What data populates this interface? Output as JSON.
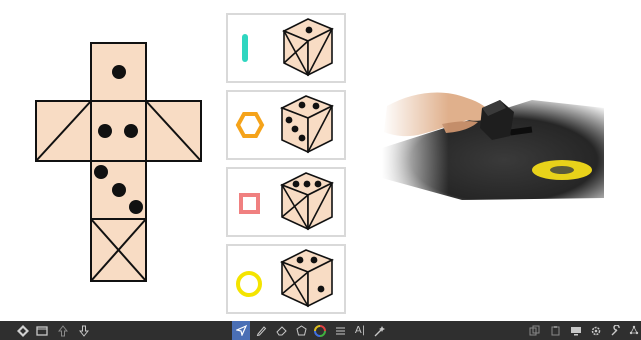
{
  "puzzle": {
    "face_color": "#f8dcc4",
    "edge_color": "#111111",
    "net_faces": [
      {
        "name": "top",
        "pips": 1
      },
      {
        "name": "left",
        "pips": 0
      },
      {
        "name": "center",
        "pips": 2
      },
      {
        "name": "right",
        "pips": 0
      },
      {
        "name": "lower",
        "pips": 3
      },
      {
        "name": "bottom",
        "pips": 0
      }
    ]
  },
  "options": [
    {
      "marker": "teal-bar",
      "marker_color": "#2fd6c0",
      "top_pips": 1,
      "side_pips": 0
    },
    {
      "marker": "orange-hexagon",
      "marker_color": "#f5a31a",
      "top_pips": 2,
      "side_pips": 3
    },
    {
      "marker": "pink-square",
      "marker_color": "#f08080",
      "top_pips": 3,
      "side_pips": 0
    },
    {
      "marker": "yellow-circle",
      "marker_color": "#f4e400",
      "top_pips": 2,
      "side_pips": 1
    }
  ],
  "photo": {
    "subject": "hand-placing-die-into-slot"
  },
  "toolbar": {
    "background": "#2f2f2f",
    "active_color": "#4a6fb5",
    "left_icons": [
      "logo-icon",
      "window-icon",
      "arrow-up-icon",
      "arrow-down-icon"
    ],
    "center_icons": [
      "select-icon",
      "pen-icon",
      "eraser-icon",
      "shape-icon",
      "color-icon",
      "lines-icon",
      "text-icon",
      "magic-icon"
    ],
    "right_icons": [
      "copy-icon",
      "paste-icon",
      "screen-icon",
      "settings-icon",
      "tools-icon",
      "more-icon"
    ],
    "text_tool_label": "A|"
  }
}
